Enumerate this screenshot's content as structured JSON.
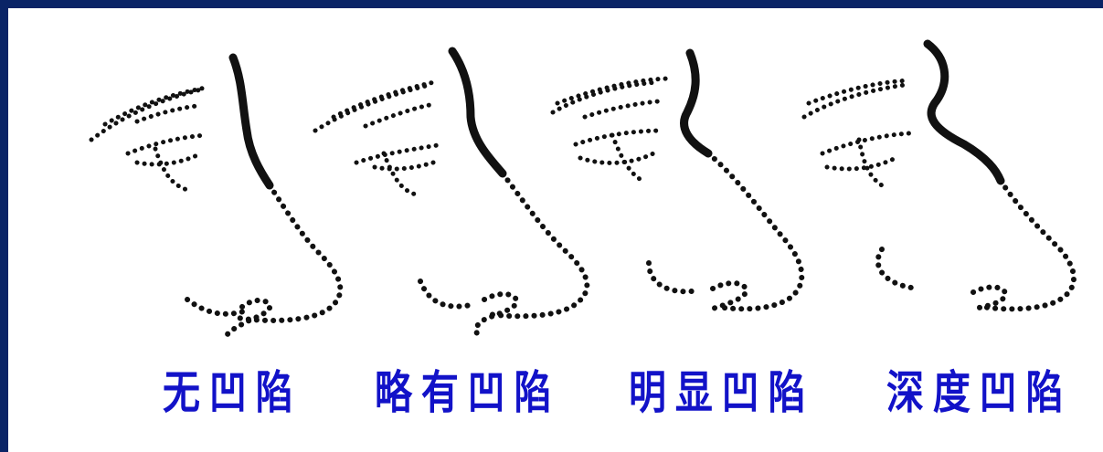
{
  "colors": {
    "border": "#0a2466",
    "label_text": "#1212c8",
    "ink": "#111111",
    "background": "#ffffff"
  },
  "labels": [
    "无凹陷",
    "略有凹陷",
    "明显凹陷",
    "深度凹陷"
  ]
}
